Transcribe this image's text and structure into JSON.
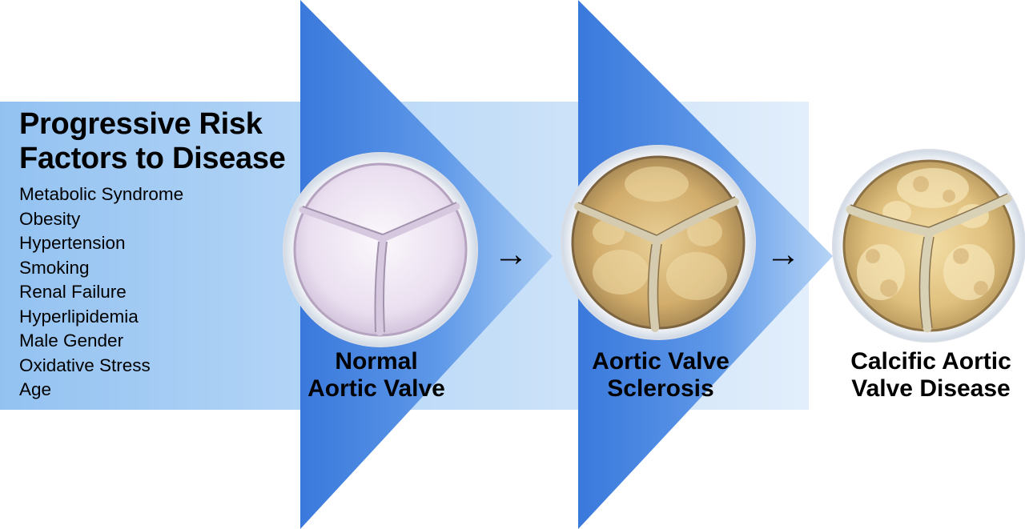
{
  "heading": {
    "line1": "Progressive Risk",
    "line2": "Factors to Disease"
  },
  "risk_factors": [
    "Metabolic Syndrome",
    "Obesity",
    "Hypertension",
    "Smoking",
    "Renal Failure",
    "Hyperlipidemia",
    "Male Gender",
    "Oxidative Stress",
    "Age"
  ],
  "stages": [
    {
      "line1": "Normal",
      "line2": "Aortic Valve",
      "appearance": "normal"
    },
    {
      "line1": "Aortic Valve",
      "line2": "Sclerosis",
      "appearance": "sclerotic"
    },
    {
      "line1": "Calcific Aortic",
      "line2": "Valve Disease",
      "appearance": "calcified"
    }
  ],
  "transition_arrows": [
    "→",
    "→"
  ],
  "colors": {
    "arrow_blue_dark": "#3f7fde",
    "arrow_blue_light": "#dcebfa",
    "normal_valve": "#efe6f2",
    "sclerotic_valve": "#d6b57a",
    "calcified_valve": "#e6c987"
  }
}
